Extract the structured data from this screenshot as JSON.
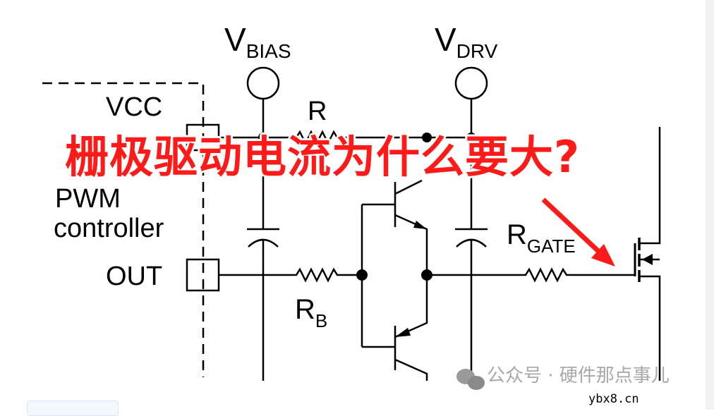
{
  "title": "栅极驱动电流为什么要大?",
  "labels": {
    "vbias_main": "V",
    "vbias_sub": "BIAS",
    "vdrv_main": "V",
    "vdrv_sub": "DRV",
    "r": "R",
    "rb_main": "R",
    "rb_sub": "B",
    "rgate_main": "R",
    "rgate_sub": "GATE",
    "vcc": "VCC",
    "pwm": "PWM",
    "controller": "controller",
    "out": "OUT"
  },
  "watermark": "公众号 · 硬件那点事儿",
  "site": "ybx8.cn",
  "colors": {
    "title": "#ff1a1a",
    "arrow": "#ff1a1a",
    "watermark": "#a8a8a8"
  }
}
